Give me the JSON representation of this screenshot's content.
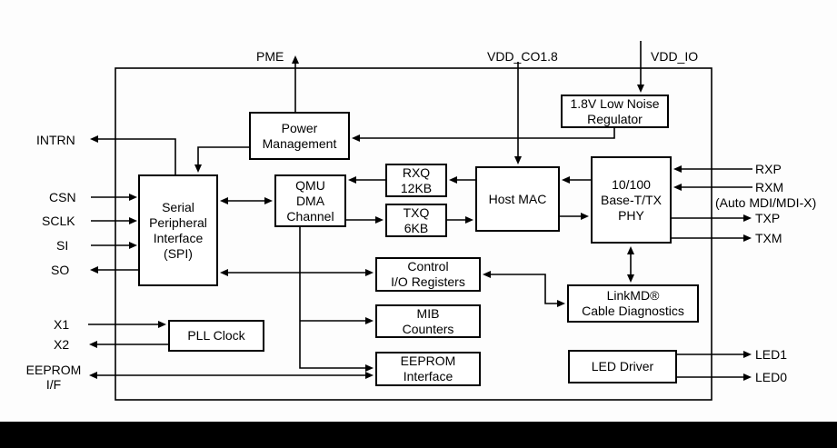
{
  "colors": {
    "background": "#fdfdfd",
    "line": "#000000",
    "block_fill": "#ffffff",
    "bottom_bar": "#000000"
  },
  "blocks": {
    "power_mgmt": {
      "lines": [
        "Power",
        "Management"
      ]
    },
    "regulator": {
      "lines": [
        "1.8V Low Noise",
        "Regulator"
      ]
    },
    "spi": {
      "lines": [
        "Serial",
        "Peripheral",
        "Interface",
        "(SPI)"
      ]
    },
    "qmu": {
      "lines": [
        "QMU",
        "DMA",
        "Channel"
      ]
    },
    "rxq": {
      "lines": [
        "RXQ",
        "12KB"
      ]
    },
    "txq": {
      "lines": [
        "TXQ",
        "6KB"
      ]
    },
    "host_mac": {
      "lines": [
        "Host MAC"
      ]
    },
    "phy": {
      "lines": [
        "10/100",
        "Base-T/TX",
        "PHY"
      ]
    },
    "ctrl_io": {
      "lines": [
        "Control",
        "I/O Registers"
      ]
    },
    "mib": {
      "lines": [
        "MIB",
        "Counters"
      ]
    },
    "eeprom": {
      "lines": [
        "EEPROM",
        "Interface"
      ]
    },
    "pll": {
      "lines": [
        "PLL Clock"
      ]
    },
    "linkmd": {
      "lines": [
        "LinkMD®",
        "Cable Diagnostics"
      ]
    },
    "led_driver": {
      "lines": [
        "LED Driver"
      ]
    }
  },
  "pins": {
    "pme": "PME",
    "vdd_co18": "VDD_CO1.8",
    "vdd_io": "VDD_IO",
    "intrn": "INTRN",
    "csn": "CSN",
    "sclk": "SCLK",
    "si": "SI",
    "so": "SO",
    "x1": "X1",
    "x2": "X2",
    "eeprom_if_line1": "EEPROM",
    "eeprom_if_line2": "I/F",
    "rxp": "RXP",
    "rxm": "RXM",
    "auto_mdi": "(Auto MDI/MDI-X)",
    "txp": "TXP",
    "txm": "TXM",
    "led1": "LED1",
    "led0": "LED0"
  }
}
